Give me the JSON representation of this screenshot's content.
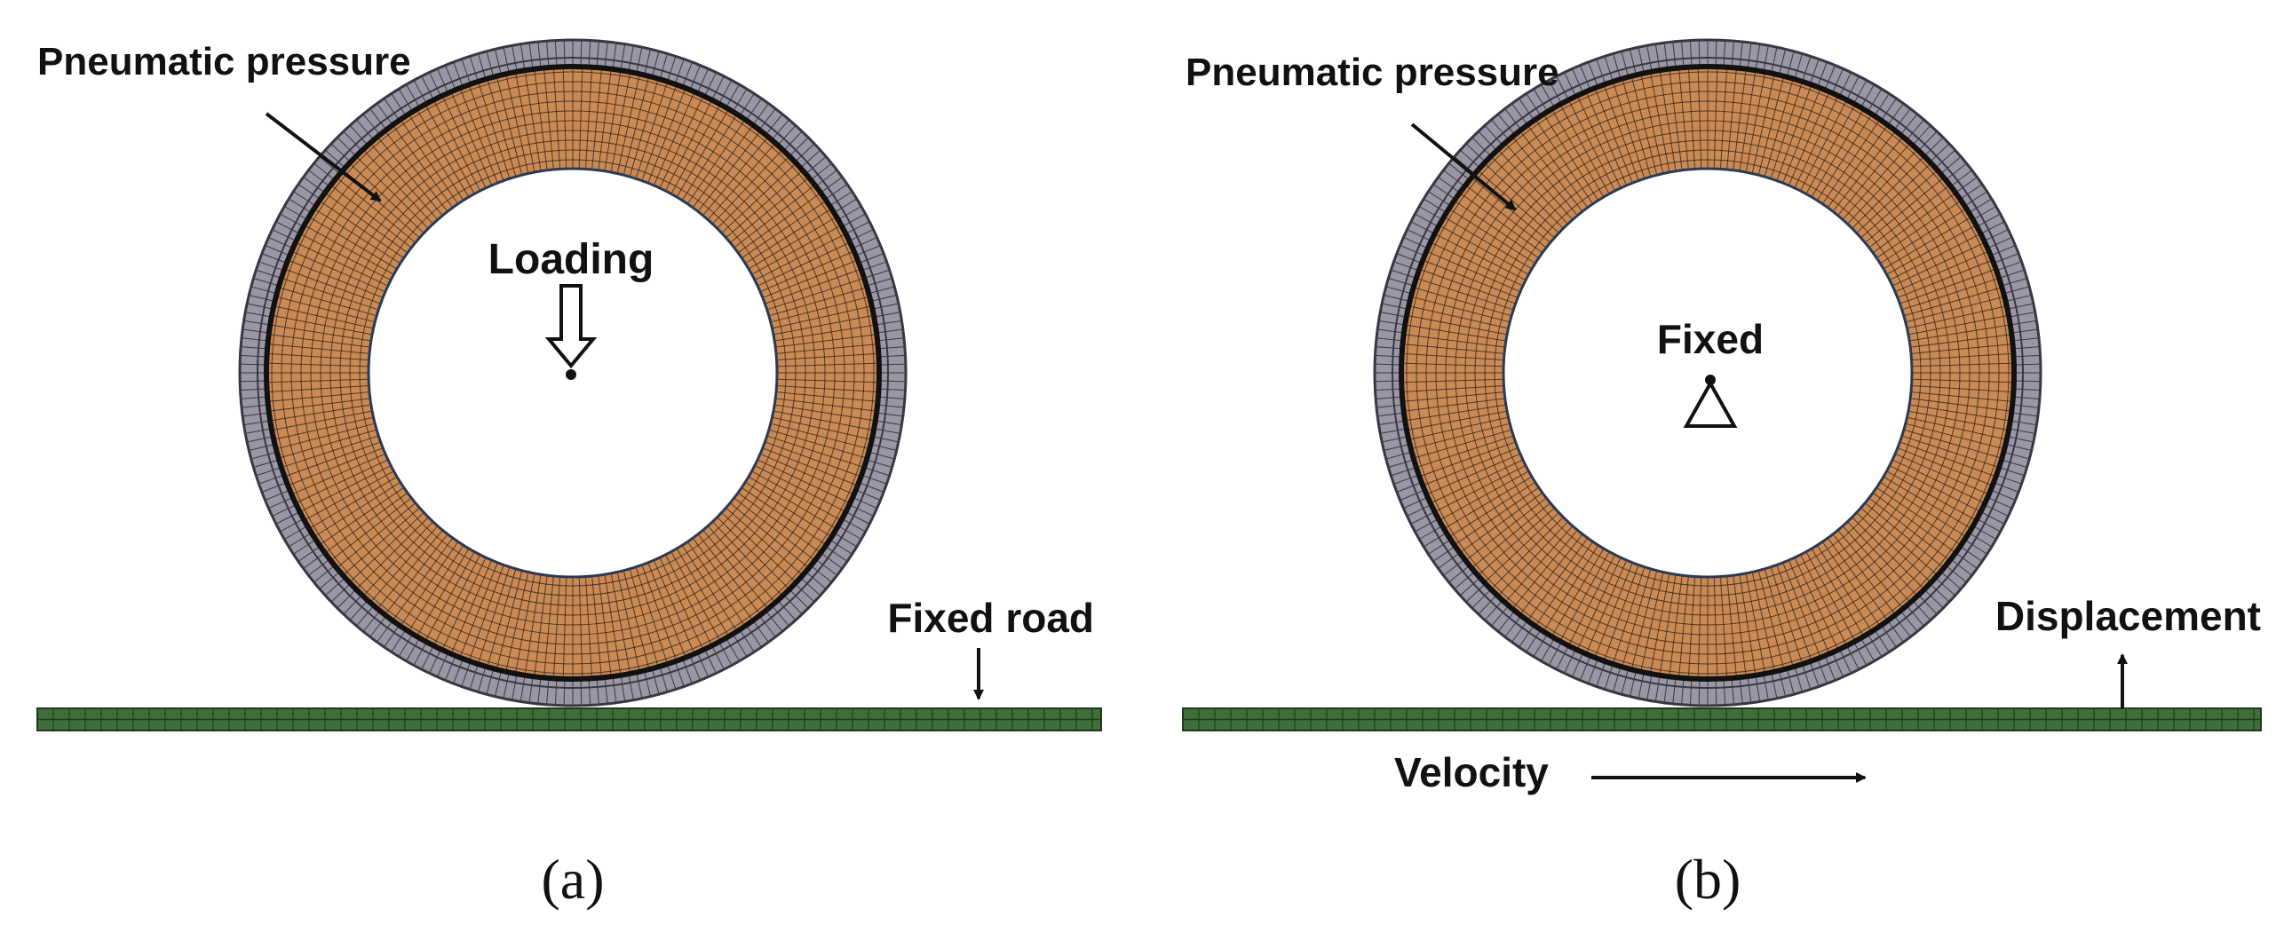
{
  "panels": [
    {
      "id": "a",
      "pressure_label": "Pneumatic pressure",
      "center_label": "Loading",
      "road_label": "Fixed road",
      "caption": "(a)"
    },
    {
      "id": "b",
      "pressure_label": "Pneumatic pressure",
      "center_label": "Fixed",
      "road_label": "Displacement",
      "extra_label": "Velocity",
      "caption": "(b)"
    }
  ],
  "colors": {
    "tread": "#9a96a3",
    "tread_line": "#3a3744",
    "sidewall": "#c98a55",
    "sidewall_line": "#2b1d14",
    "road": "#3f6e3a",
    "road_line": "#1f3b1c",
    "text": "#111111"
  }
}
